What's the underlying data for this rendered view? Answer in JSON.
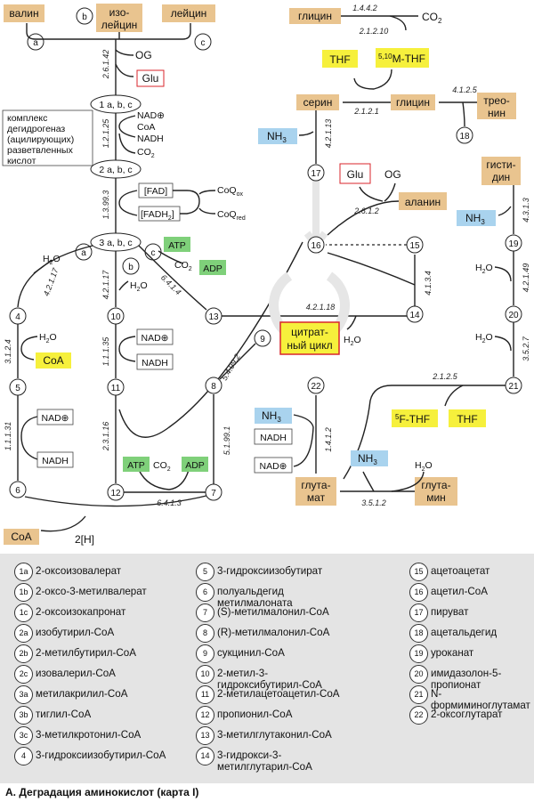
{
  "diagram": {
    "nodes": {
      "valine": "валин",
      "isoleucine": "изо-лейцин",
      "leucine": "лейцин",
      "og1": "OG",
      "glu1": "Glu",
      "complex1": "1 a, b, c",
      "nad1": "NAD⊕",
      "coa1": "CoA",
      "nadh1": "NADH",
      "co2_1": "CO2",
      "complex_note": "комплекс дегидрогеназ (ацилирующих) разветвленных кислот",
      "complex2": "2 a, b, c",
      "fad": "[FAD]",
      "fadh2": "[FADH2]",
      "coq_ox": "CoQox",
      "coq_red": "CoQred",
      "complex3": "3 a, b, c",
      "atp1": "ATP",
      "co2_2": "CO2",
      "adp1": "ADP",
      "h2o_a": "H2O",
      "h2o_b": "H2O",
      "h2o_4": "H2O",
      "coa_4": "CoA",
      "nad_10": "NAD⊕",
      "nadh_10": "NADH",
      "nad_5": "NAD⊕",
      "nadh_5": "NADH",
      "coa_bottom": "CoA",
      "two_h": "2[H]",
      "atp2": "ATP",
      "co2_3": "CO2",
      "adp2": "ADP",
      "glycine_top": "глицин",
      "co2_top": "CO2",
      "thf1": "THF",
      "mthf": "5,10M-THF",
      "serine": "серин",
      "glycine2": "глицин",
      "threonine": "трео-нин",
      "nh3_serine": "NH3",
      "glu2": "Glu",
      "og2": "OG",
      "alanine": "аланин",
      "histidine": "гисти-дин",
      "nh3_his": "NH3",
      "h2o_19": "H2O",
      "h2o_20": "H2O",
      "citrate_cycle": "цитрат-ный цикл",
      "h2o_cycle": "H2O",
      "fthf": "5F-THF",
      "thf2": "THF",
      "nh3_22": "NH3",
      "nadh_22": "NADH",
      "nad_22": "NAD⊕",
      "glutamate": "глута-мат",
      "nh3_gln": "NH3",
      "h2o_gln": "H2O",
      "glutamine": "глута-мин"
    },
    "circles": {
      "a": "a",
      "b": "b",
      "c": "c",
      "n4": "4",
      "n5": "5",
      "n6": "6",
      "n7": "7",
      "n8": "8",
      "n9": "9",
      "n10": "10",
      "n11": "11",
      "n12": "12",
      "n13": "13",
      "n14": "14",
      "n15": "15",
      "n16": "16",
      "n17": "17",
      "n18": "18",
      "n19": "19",
      "n20": "20",
      "n21": "21",
      "n22": "22"
    },
    "enzymes": {
      "e1": "2.6.1.42",
      "e2": "1.2.1.25",
      "e3": "1.3.99.3",
      "e4": "4.2.1.17",
      "e5": "4.2.1.17",
      "e6": "6.4.1.4",
      "e7": "3.1.2.4",
      "e8": "1.1.1.35",
      "e9": "1.1.1.31",
      "e10": "2.3.1.16",
      "e11": "6.4.1.3",
      "e12": "5.4.99.2",
      "e13": "5.1.99.1",
      "e14": "4.2.1.18",
      "e15": "4.1.3.4",
      "e16": "1.4.4.2",
      "e17": "2.1.2.10",
      "e18": "2.1.2.1",
      "e19": "4.1.2.5",
      "e20": "4.2.1.13",
      "e21": "2.6.1.2",
      "e22": "4.3.1.3",
      "e23": "4.2.1.49",
      "e24": "3.5.2.7",
      "e25": "2.1.2.5",
      "e26": "1.4.1.2",
      "e27": "3.5.1.2"
    }
  },
  "legend": [
    {
      "num": "1a",
      "text": "2-оксоизовалерат"
    },
    {
      "num": "1b",
      "text": "2-оксо-3-метилвалерат"
    },
    {
      "num": "1c",
      "text": "2-оксоизокапронат"
    },
    {
      "num": "2a",
      "text": "изобутирил-CoA"
    },
    {
      "num": "2b",
      "text": "2-метилбутирил-CoA"
    },
    {
      "num": "2c",
      "text": "изовалерил-CoA"
    },
    {
      "num": "3a",
      "text": "метилакрилил-CoA"
    },
    {
      "num": "3b",
      "text": "тиглил-CoA"
    },
    {
      "num": "3c",
      "text": "3-метилкротонил-CoA"
    },
    {
      "num": "4",
      "text": "3-гидроксиизобутирил-CoA"
    },
    {
      "num": "5",
      "text": "3-гидроксиизобутират"
    },
    {
      "num": "6",
      "text": "полуальдегид метилмалоната"
    },
    {
      "num": "7",
      "text": "(S)-метилмалонил-CoA"
    },
    {
      "num": "8",
      "text": "(R)-метилмалонил-CoA"
    },
    {
      "num": "9",
      "text": "сукцинил-CoA"
    },
    {
      "num": "10",
      "text": "2-метил-3-гидроксибутирил-CoA"
    },
    {
      "num": "11",
      "text": "2-метилацетоацетил-CoA"
    },
    {
      "num": "12",
      "text": "пропионил-CoA"
    },
    {
      "num": "13",
      "text": "3-метилглутаконил-CoA"
    },
    {
      "num": "14",
      "text": "3-гидрокси-3-метилглутарил-CoA"
    },
    {
      "num": "15",
      "text": "ацетоацетат"
    },
    {
      "num": "16",
      "text": "ацетил-CoA"
    },
    {
      "num": "17",
      "text": "пируват"
    },
    {
      "num": "18",
      "text": "ацетальдегид"
    },
    {
      "num": "19",
      "text": "уроканат"
    },
    {
      "num": "20",
      "text": "имидазолон-5-пропионат"
    },
    {
      "num": "21",
      "text": "N-формиминоглутамат"
    },
    {
      "num": "22",
      "text": "2-оксоглутарат"
    }
  ],
  "caption": "А. Деградация аминокислот (карта I)",
  "colors": {
    "amino_acid": "#e9c48f",
    "cofactor_yellow": "#f6f03c",
    "atp_green": "#7fd07a",
    "nh3_blue": "#a9d3ee",
    "legend_bg": "#e4e4e4",
    "cycle_border": "#d9262b"
  }
}
